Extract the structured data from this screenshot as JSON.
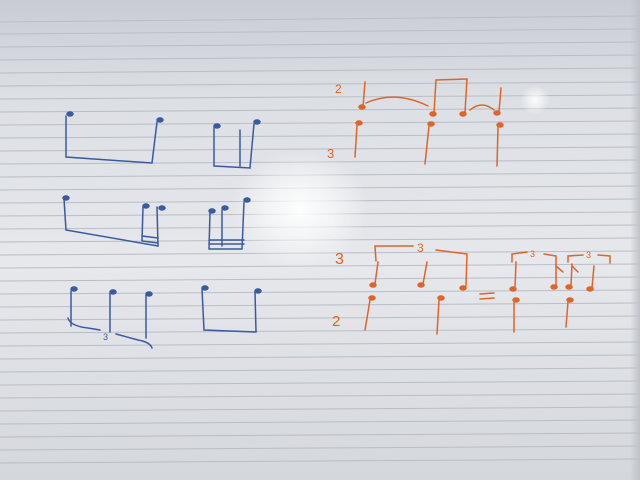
{
  "image": {
    "subject": "whiteboard with hand-drawn rhythm notation",
    "ink_colors": {
      "blue": "#3a5aa0",
      "orange": "#e0642a"
    }
  },
  "blue_group": {
    "triplet_label": "3"
  },
  "orange_group": {
    "top_left_number": "2",
    "top_lower_number": "3",
    "bottom_left_number": "3",
    "bottom_lower_number": "2",
    "bracket_label": "3",
    "equals_sign": "=",
    "small_triplet_label_a": "3",
    "small_triplet_label_b": "3"
  }
}
